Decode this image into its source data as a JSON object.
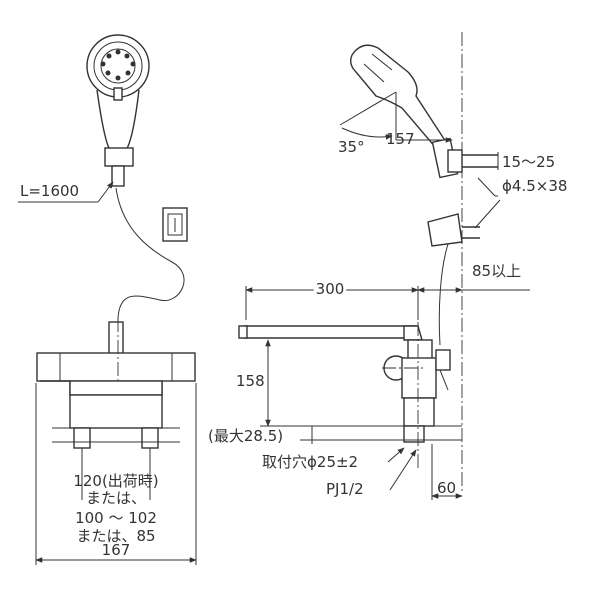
{
  "front_view": {
    "hose_length": "L=1600",
    "mounting_spacing": "120(出荷時)",
    "spacing_alt_word_1": "または、",
    "spacing_alt_range": "100 ～ 102",
    "spacing_alt_2": "または、85",
    "overall_width": "167"
  },
  "side_view": {
    "angle": "35°",
    "head_distance": "157",
    "bracket_range": "15～25",
    "screw_size": "ϕ4.5×38",
    "spout_reach": "300",
    "wall_clearance": "85以上",
    "height": "158",
    "max_thickness": "(最大28.5)",
    "mounting_hole": "取付穴ϕ25±2",
    "thread": "PJ1/2",
    "wall_offset": "60"
  }
}
